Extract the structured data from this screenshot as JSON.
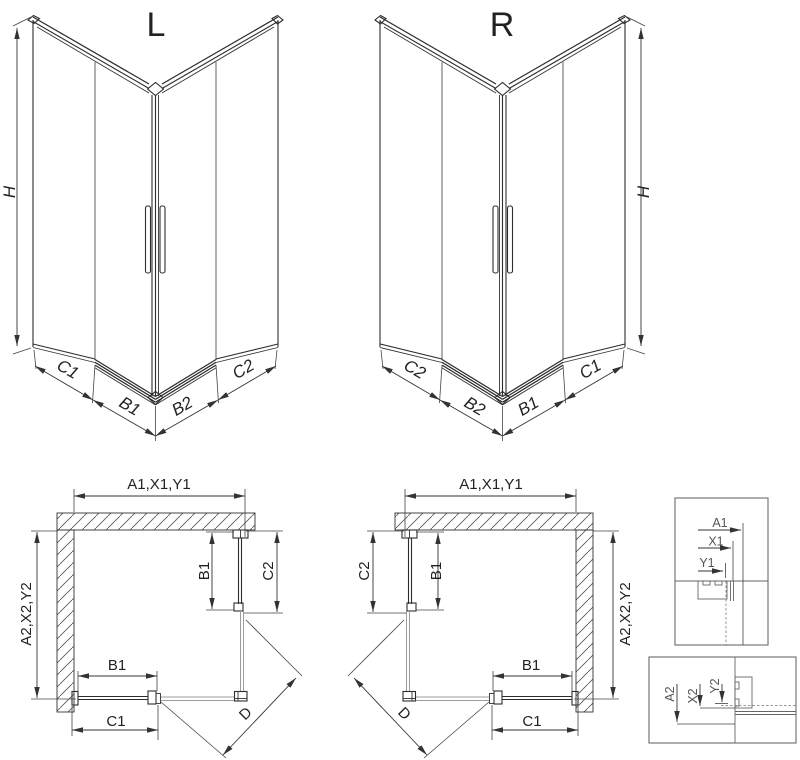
{
  "drawing": {
    "iso_left": {
      "title": "L",
      "height": "H",
      "widths": [
        "C1",
        "B1",
        "B2",
        "C2"
      ]
    },
    "iso_right": {
      "title": "R",
      "height": "H",
      "widths": [
        "C2",
        "B2",
        "B1",
        "C1"
      ]
    },
    "plan_left": {
      "top": "A1,X1,Y1",
      "side": "A2,X2,Y2",
      "b1_side": "B1",
      "c2_side": "C2",
      "b1_bottom": "B1",
      "c1_bottom": "C1",
      "diag": "D"
    },
    "plan_right": {
      "top": "A1,X1,Y1",
      "side": "A2,X2,Y2",
      "b1_side": "B1",
      "c2_side": "C2",
      "b1_bottom": "B1",
      "c1_bottom": "C1",
      "diag": "D"
    },
    "detail_top": {
      "a": "A1",
      "x": "X1",
      "y": "Y1"
    },
    "detail_bottom": {
      "a": "A2",
      "x": "X2",
      "y": "Y2"
    },
    "colors": {
      "line": "#2d2d2d",
      "gray": "#9c9c9c",
      "background": "#ffffff"
    }
  }
}
